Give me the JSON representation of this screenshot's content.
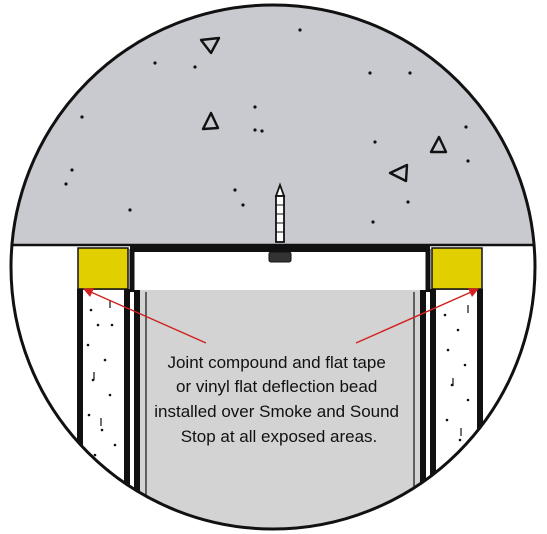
{
  "annotation": {
    "lines": [
      "Joint compound and flat tape",
      "or vinyl flat deflection bead",
      "installed over Smoke and Sound",
      "Stop at all exposed areas."
    ]
  },
  "colors": {
    "concrete": "#c8cad0",
    "sealant": "#e2cf00",
    "stud_cavity": "#d3d3d3",
    "leader_arrow": "#d21f1f",
    "outline": "#111111"
  }
}
